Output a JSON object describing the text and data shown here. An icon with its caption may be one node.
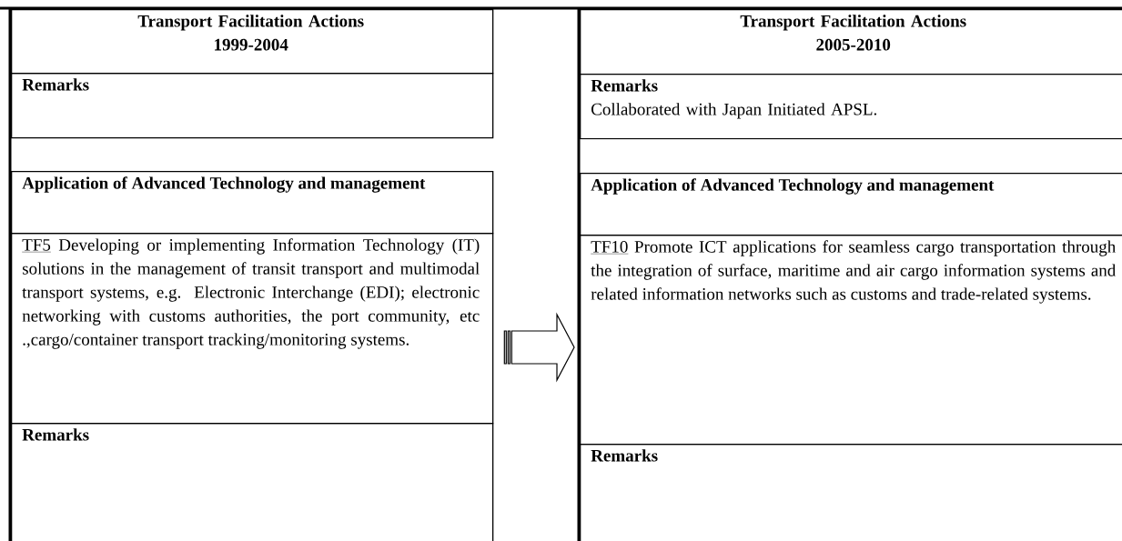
{
  "diagram": {
    "nodes": [
      {
        "text": [
          "Transport Facilitation Actions",
          "1999-2004"
        ]
      },
      {
        "text": [
          "Remarks"
        ]
      },
      {
        "text": [
          "Application of Advanced Technology and management"
        ]
      },
      {
        "text": [
          "TF5",
          "Developing or implementing Information Technology (IT) solutions in the management of transit transport and multimodal transport systems, e.g. Electronic Interchange (EDI); electronic networking with customs authorities, the port community, etc .,cargo/container transport tracking/monitoring systems."
        ]
      },
      {
        "text": [
          "Remarks"
        ]
      },
      {
        "text": [
          "Transport Facilitation Actions",
          "2005-2010"
        ]
      },
      {
        "text": [
          "Remarks",
          "Collaborated with Japan Initiated APSL."
        ]
      },
      {
        "text": [
          "Application of Advanced Technology and management"
        ]
      },
      {
        "text": [
          "TF10",
          "Promote ICT applications for seamless cargo transportation through the integration of surface, maritime and air cargo information systems and related information networks such as customs and trade-related systems."
        ]
      },
      {
        "text": [
          "Remarks"
        ]
      }
    ],
    "edges": [
      {
        "from": 3,
        "to": 8,
        "arrow": "to"
      }
    ]
  }
}
